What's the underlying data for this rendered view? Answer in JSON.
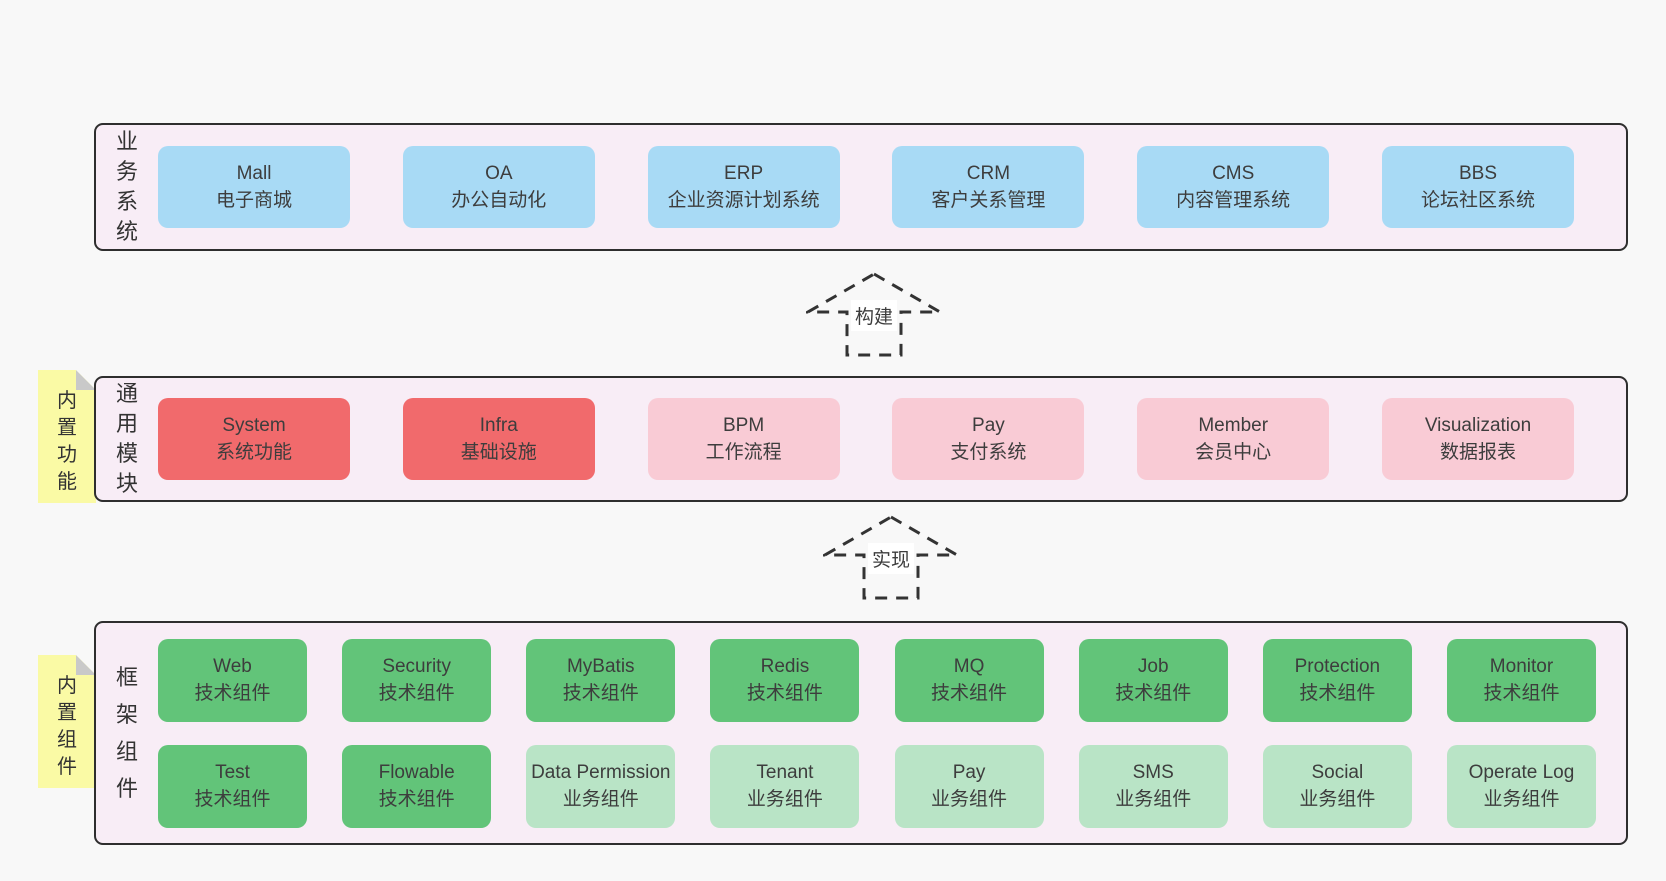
{
  "palette": {
    "background": "#f8f8f8",
    "container_fill": "#f8edf6",
    "container_border": "#2e2e2e",
    "box_blue": "#a8daf5",
    "box_red": "#f16a6c",
    "box_pink": "#f9cbd5",
    "box_green_dark": "#62c479",
    "box_green_light": "#b9e4c6",
    "note_yellow": "#fafaa5",
    "note_fold_gray": "#c9c9c9",
    "text": "#3d3d3d"
  },
  "notes": [
    {
      "text": "内置功能"
    },
    {
      "text": "内置组件"
    }
  ],
  "arrows": [
    {
      "label": "构建"
    },
    {
      "label": "实现"
    }
  ],
  "layers": [
    {
      "label": "业务系统",
      "rows": [
        [
          {
            "title": "Mall",
            "subtitle": "电子商城"
          },
          {
            "title": "OA",
            "subtitle": "办公自动化"
          },
          {
            "title": "ERP",
            "subtitle": "企业资源计划系统"
          },
          {
            "title": "CRM",
            "subtitle": "客户关系管理"
          },
          {
            "title": "CMS",
            "subtitle": "内容管理系统"
          },
          {
            "title": "BBS",
            "subtitle": "论坛社区系统"
          }
        ]
      ]
    },
    {
      "label": "通用模块",
      "rows": [
        [
          {
            "title": "System",
            "subtitle": "系统功能"
          },
          {
            "title": "Infra",
            "subtitle": "基础设施"
          },
          {
            "title": "BPM",
            "subtitle": "工作流程"
          },
          {
            "title": "Pay",
            "subtitle": "支付系统"
          },
          {
            "title": "Member",
            "subtitle": "会员中心"
          },
          {
            "title": "Visualization",
            "subtitle": "数据报表"
          }
        ]
      ]
    },
    {
      "label": "框架组件",
      "rows": [
        [
          {
            "title": "Web",
            "subtitle": "技术组件"
          },
          {
            "title": "Security",
            "subtitle": "技术组件"
          },
          {
            "title": "MyBatis",
            "subtitle": "技术组件"
          },
          {
            "title": "Redis",
            "subtitle": "技术组件"
          },
          {
            "title": "MQ",
            "subtitle": "技术组件"
          },
          {
            "title": "Job",
            "subtitle": "技术组件"
          },
          {
            "title": "Protection",
            "subtitle": "技术组件"
          },
          {
            "title": "Monitor",
            "subtitle": "技术组件"
          }
        ],
        [
          {
            "title": "Test",
            "subtitle": "技术组件"
          },
          {
            "title": "Flowable",
            "subtitle": "技术组件"
          },
          {
            "title": "Data Permission",
            "subtitle": "业务组件"
          },
          {
            "title": "Tenant",
            "subtitle": "业务组件"
          },
          {
            "title": "Pay",
            "subtitle": "业务组件"
          },
          {
            "title": "SMS",
            "subtitle": "业务组件"
          },
          {
            "title": "Social",
            "subtitle": "业务组件"
          },
          {
            "title": "Operate Log",
            "subtitle": "业务组件"
          }
        ]
      ]
    }
  ]
}
